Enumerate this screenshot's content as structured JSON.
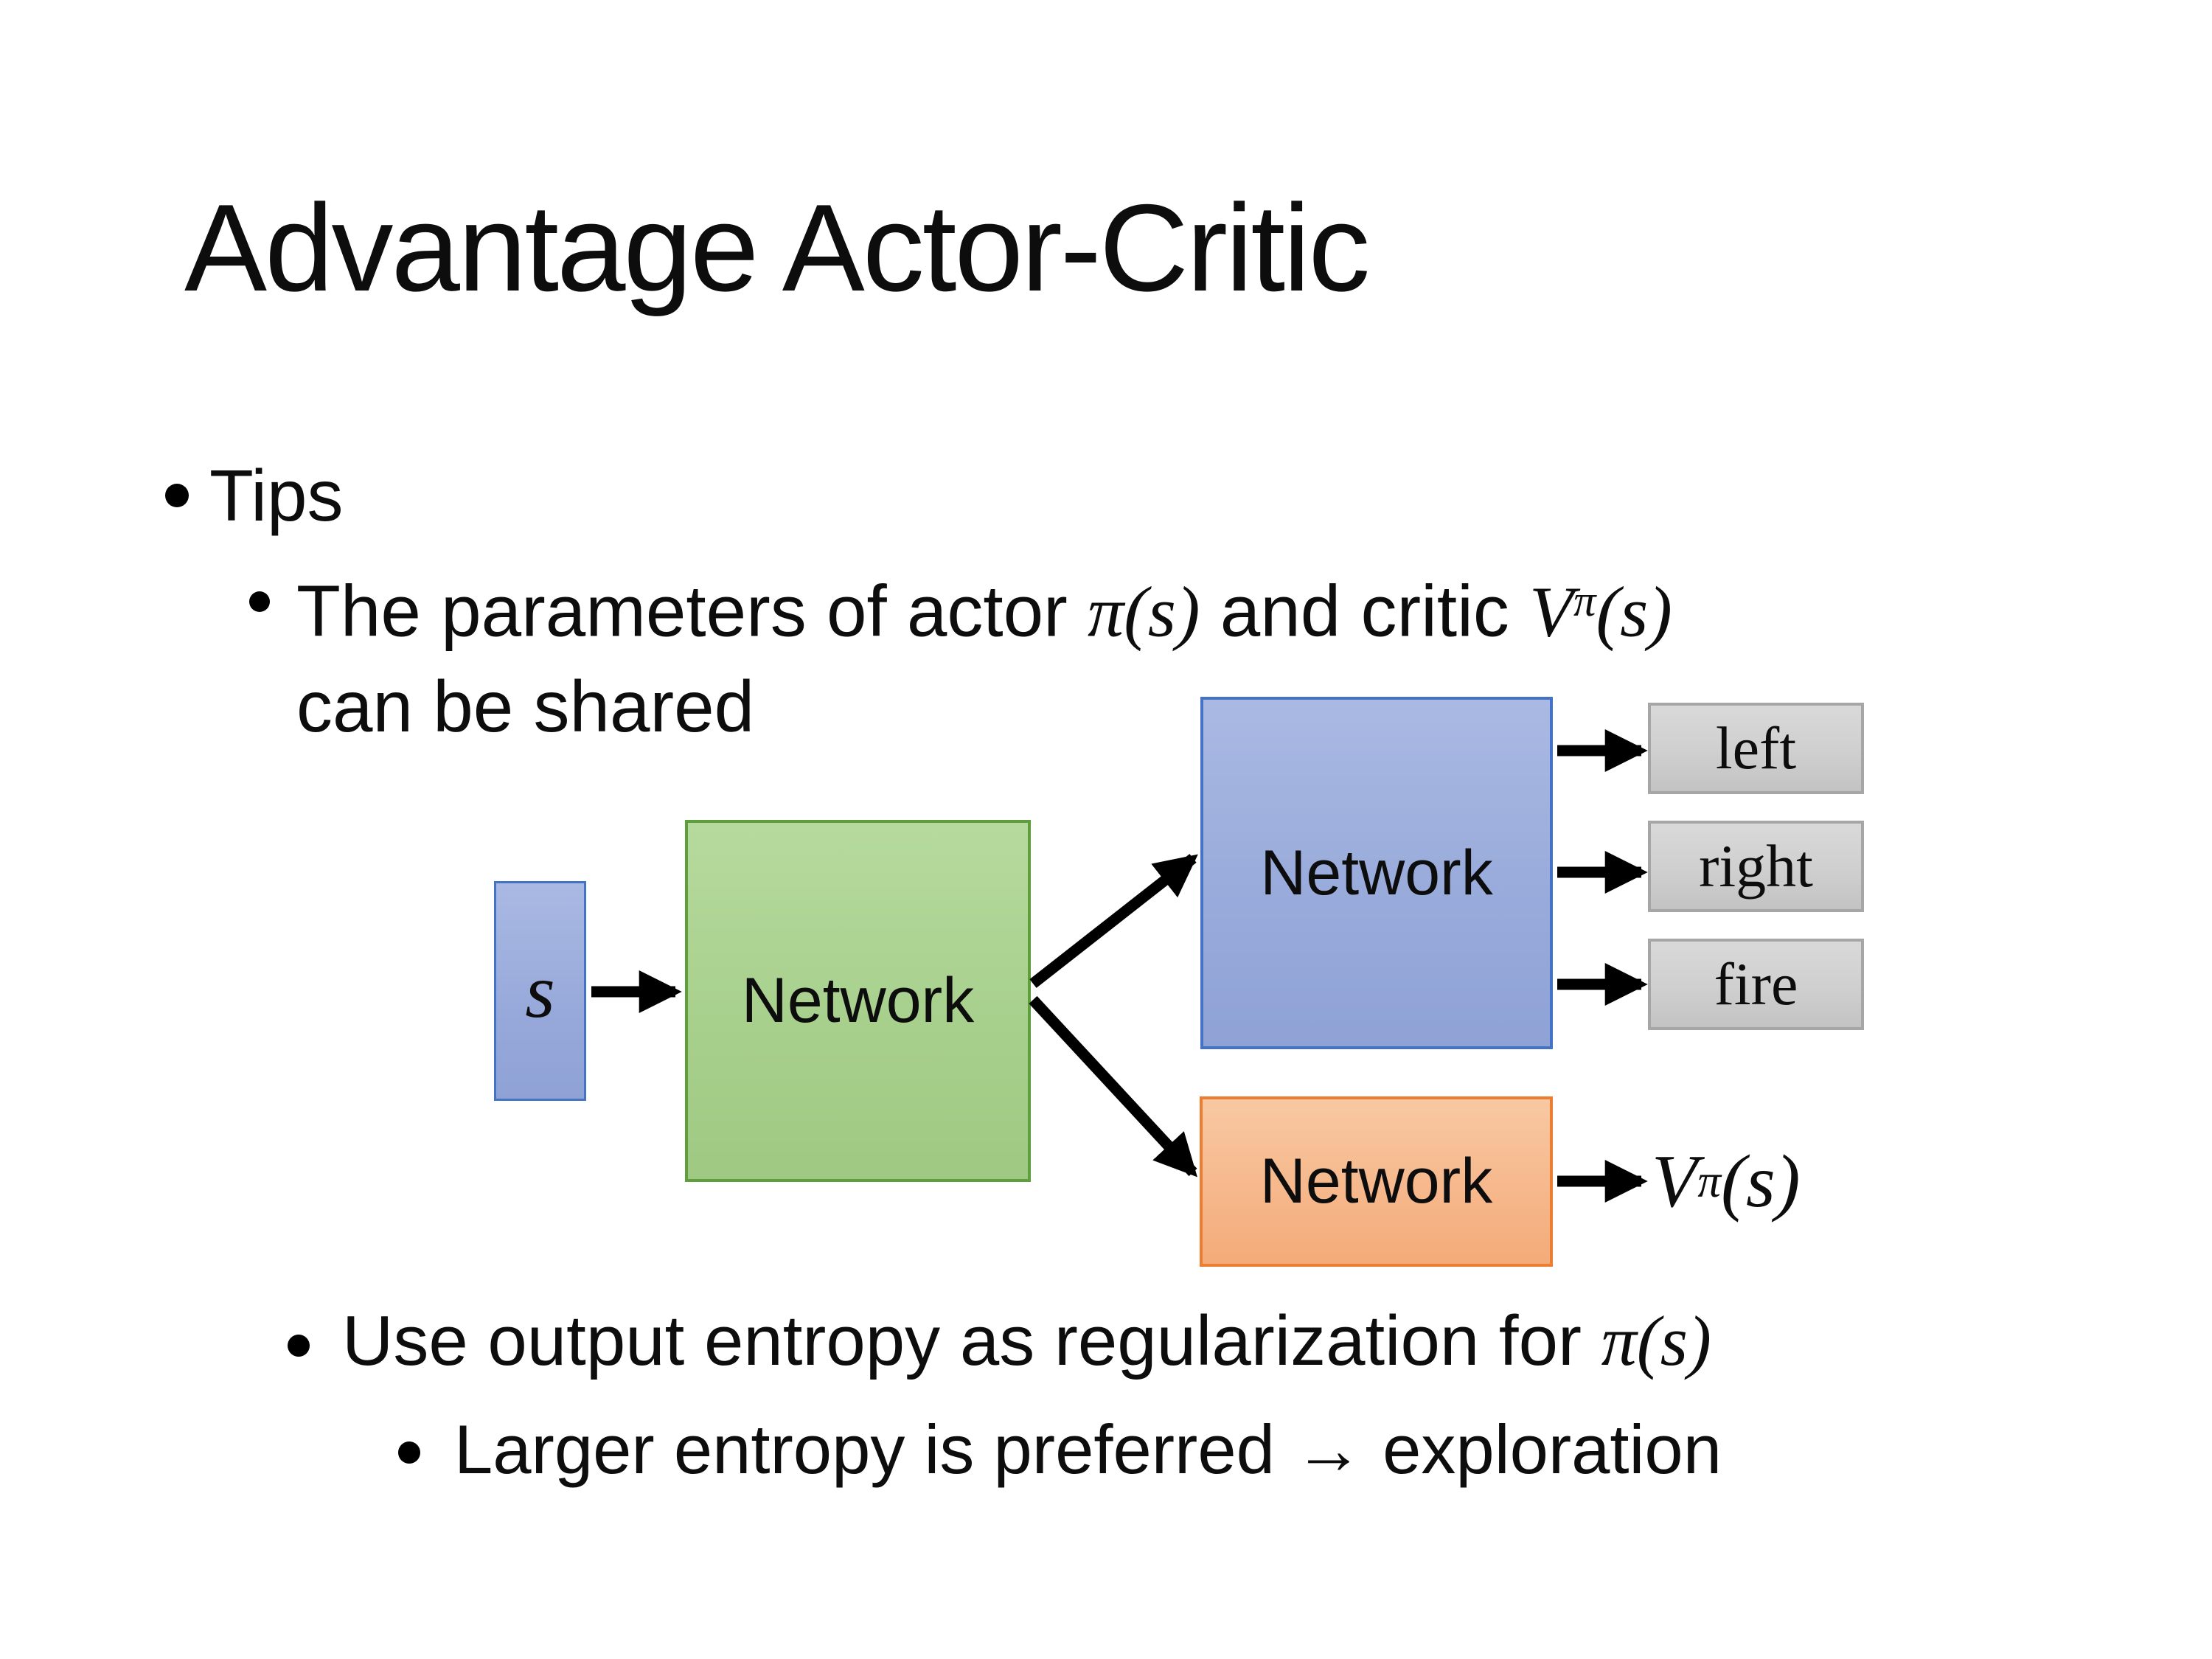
{
  "slide": {
    "title": "Advantage Actor-Critic",
    "bullets": {
      "tips": "Tips",
      "b2_pre": "The parameters of actor ",
      "b2_math1": "π(s)",
      "b2_mid": "  and critic ",
      "b2_v_base": "V",
      "b2_v_sup": "π",
      "b2_v_args": "(s)",
      "b2_line2": "can be shared",
      "b3_pre": "Use output entropy as regularization for ",
      "b3_math": "π(s)",
      "b4": "Larger entropy is preferred → exploration"
    },
    "diagram": {
      "input_label": "s",
      "shared_network_label": "Network",
      "actor_network_label": "Network",
      "critic_network_label": "Network",
      "actions": [
        "left",
        "right",
        "fire"
      ],
      "critic_output_base": "V",
      "critic_output_sup": "π",
      "critic_output_args": "(s)",
      "colors": {
        "input_fill": "#8faadc",
        "input_border": "#4472c4",
        "shared_fill": "#a8d08d",
        "shared_border": "#5f9e3d",
        "actor_fill": "#8faadc",
        "actor_border": "#4472c4",
        "critic_fill": "#f4b183",
        "critic_border": "#ed7d31",
        "action_fill": "#cfcfcf",
        "action_border": "#a6a6a6",
        "arrow": "#000000"
      }
    }
  }
}
